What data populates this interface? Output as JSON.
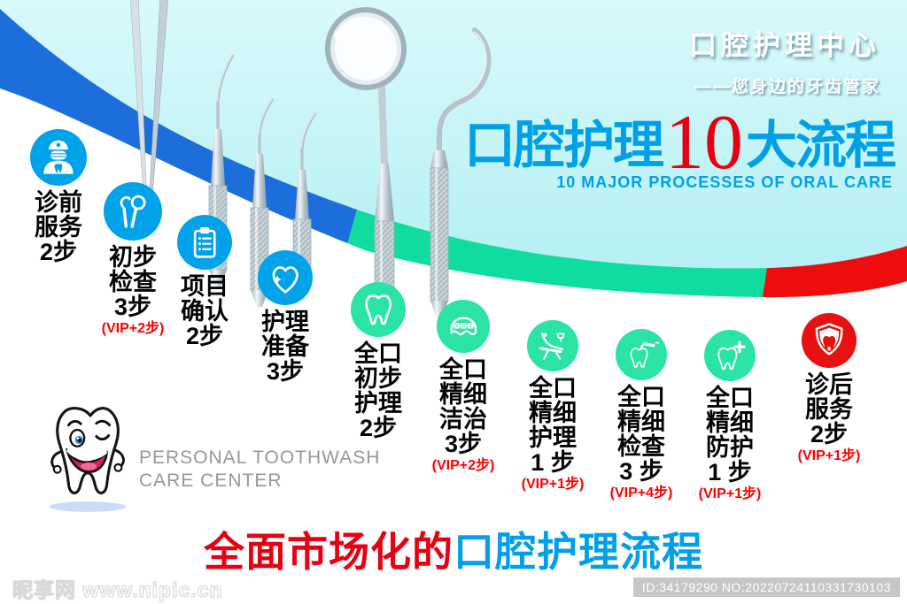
{
  "brand": {
    "title": "口腔护理中心",
    "subtitle": "——您身边的牙齿管家"
  },
  "title": {
    "cn_left": "口腔护理",
    "number": "10",
    "cn_right": "大流程",
    "english": "10 MAJOR PROCESSES OF ORAL CARE"
  },
  "steps": [
    {
      "icon": "dentist-icon",
      "lines": [
        "诊前",
        "服务",
        "2步"
      ],
      "vip": ""
    },
    {
      "icon": "mouth-mirror-icon",
      "lines": [
        "初步",
        "检查",
        "3步"
      ],
      "vip": "(VIP+2步)"
    },
    {
      "icon": "checklist-icon",
      "lines": [
        "项目",
        "确认",
        "2步"
      ],
      "vip": ""
    },
    {
      "icon": "heart-icon",
      "lines": [
        "护理",
        "准备",
        "3步"
      ],
      "vip": ""
    },
    {
      "icon": "tooth-icon",
      "lines": [
        "全口",
        "初步",
        "护理",
        "2步"
      ],
      "vip": ""
    },
    {
      "icon": "braces-icon",
      "lines": [
        "全口",
        "精细",
        "洁治",
        "3步"
      ],
      "vip": "(VIP+2步)"
    },
    {
      "icon": "dental-chair-icon",
      "lines": [
        "全口",
        "精细",
        "护理",
        "1 步"
      ],
      "vip": "(VIP+1步)"
    },
    {
      "icon": "tooth-drill-icon",
      "lines": [
        "全口",
        "精细",
        "检查",
        "3 步"
      ],
      "vip": "(VIP+4步)"
    },
    {
      "icon": "tooth-first-aid-icon",
      "lines": [
        "全口",
        "精细",
        "防护",
        "1 步"
      ],
      "vip": "(VIP+1步)"
    },
    {
      "icon": "shield-tooth-icon",
      "lines": [
        "诊后",
        "服务",
        "2步"
      ],
      "vip": "(VIP+1步)"
    }
  ],
  "mascot": {
    "caption_line1": "PERSONAL TOOTHWASH",
    "caption_line2": "CARE CENTER"
  },
  "footer": {
    "headline_red": "全面市场化的",
    "headline_blue": "口腔护理流程"
  },
  "watermark": {
    "site_and_url": "昵享网 www.nipic.cn",
    "id_badge": "ID:34179290 NO:20220724110331730103"
  },
  "colors": {
    "background_cyan": "#c7f3f4",
    "band_blue": "#1b6edc",
    "band_green": "#0fdd9f",
    "band_red": "#ee0c0c",
    "circle_blue": "#00a3e9",
    "circle_green": "#2ae3a5",
    "circle_red": "#e81010",
    "accent_blue": "#00a0e9",
    "title_red": "#e60012",
    "vip_red": "#ff0000",
    "caption_gray": "#979797"
  }
}
